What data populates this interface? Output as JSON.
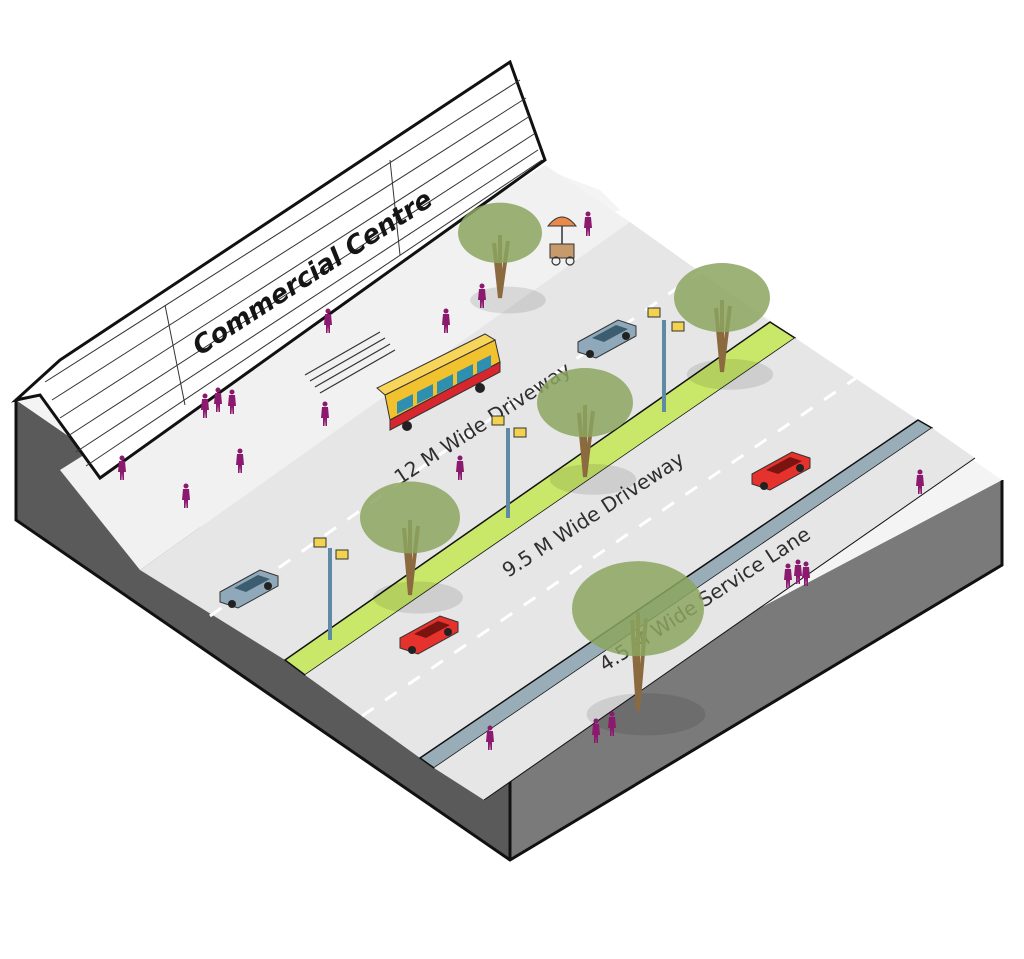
{
  "diagram": {
    "building_sign": "Commercial Centre",
    "labels": {
      "driveway_12m": "12 M Wide Driveway",
      "driveway_9_5m": "9.5 M Wide Driveway",
      "service_lane": "4.5 M Wide Service Lane"
    },
    "icons": [
      "tree-icon",
      "bus-icon",
      "car-icon",
      "street-lamp-icon",
      "pedestrian-icon",
      "vendor-cart-icon"
    ]
  },
  "colors": {
    "road": "#e6e6e6",
    "pavement": "#f4f4f4",
    "median": "#c9e86a",
    "divider": "#98adb7",
    "soil_side": "#5a5a5a",
    "soil_front": "#7a7a7a",
    "tree_canopy": "#8ba55f",
    "tree_trunk": "#8c6a3f",
    "bus_body": "#f2c12e",
    "bus_bottom": "#d8262e",
    "car_grey": "#8fa9ba",
    "car_red": "#e5322c",
    "lamp_pole": "#5f8aa3",
    "lamp_head": "#f2d24e",
    "pedestrian": "#8b1a6f",
    "building": "#ffffff",
    "outline": "#111111"
  }
}
